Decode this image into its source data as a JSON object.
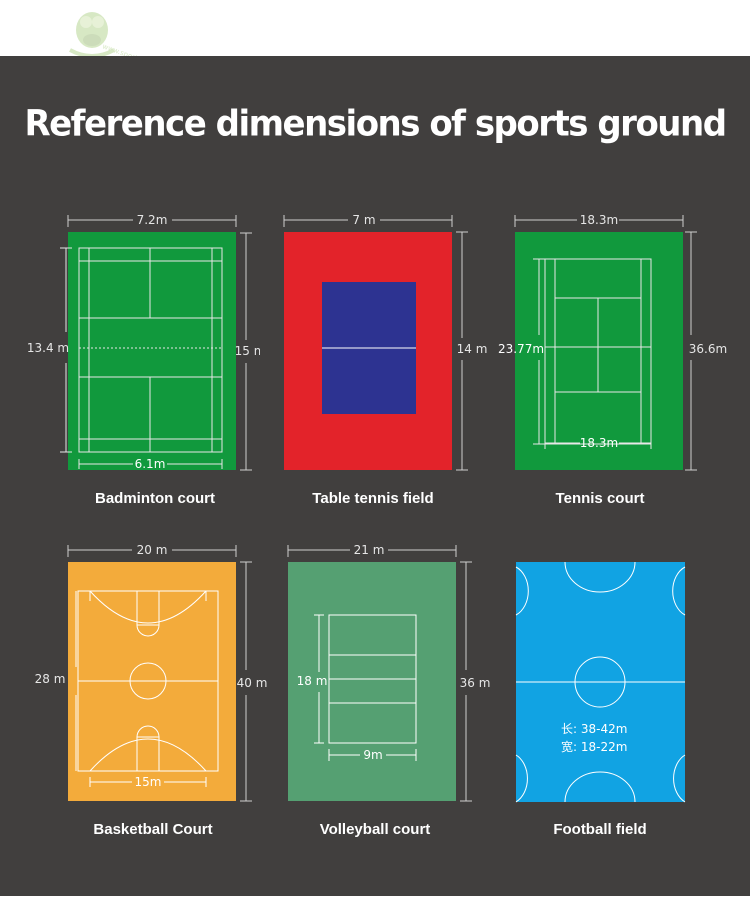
{
  "title": "Reference dimensions of sports ground",
  "courts": [
    {
      "name": "Badminton court",
      "width": "7.2m",
      "inner_height": "13.4 m",
      "outer_height": "15 m",
      "inner_width": "6.1m",
      "color": "#11993d"
    },
    {
      "name": "Table tennis field",
      "width": "7 m",
      "outer_height": "14 m",
      "color": "#e3232a",
      "table_color": "#2d3391"
    },
    {
      "name": "Tennis court",
      "width": "18.3m",
      "inner_height": "23.77m",
      "outer_height": "36.6m",
      "inner_width": "18.3m",
      "color": "#11993d"
    },
    {
      "name": "Basketball Court",
      "width": "20 m",
      "inner_height": "28 m",
      "outer_height": "40 m",
      "inner_width": "15m",
      "color": "#f3ab3b"
    },
    {
      "name": "Volleyball court",
      "width": "21 m",
      "inner_height": "18 m",
      "outer_height": "36 m",
      "inner_width": "9m",
      "color": "#55a072"
    },
    {
      "name": "Football field",
      "length_label": "长: 38-42m",
      "width_label": "宽: 18-22m",
      "color": "#11a3e3"
    }
  ]
}
